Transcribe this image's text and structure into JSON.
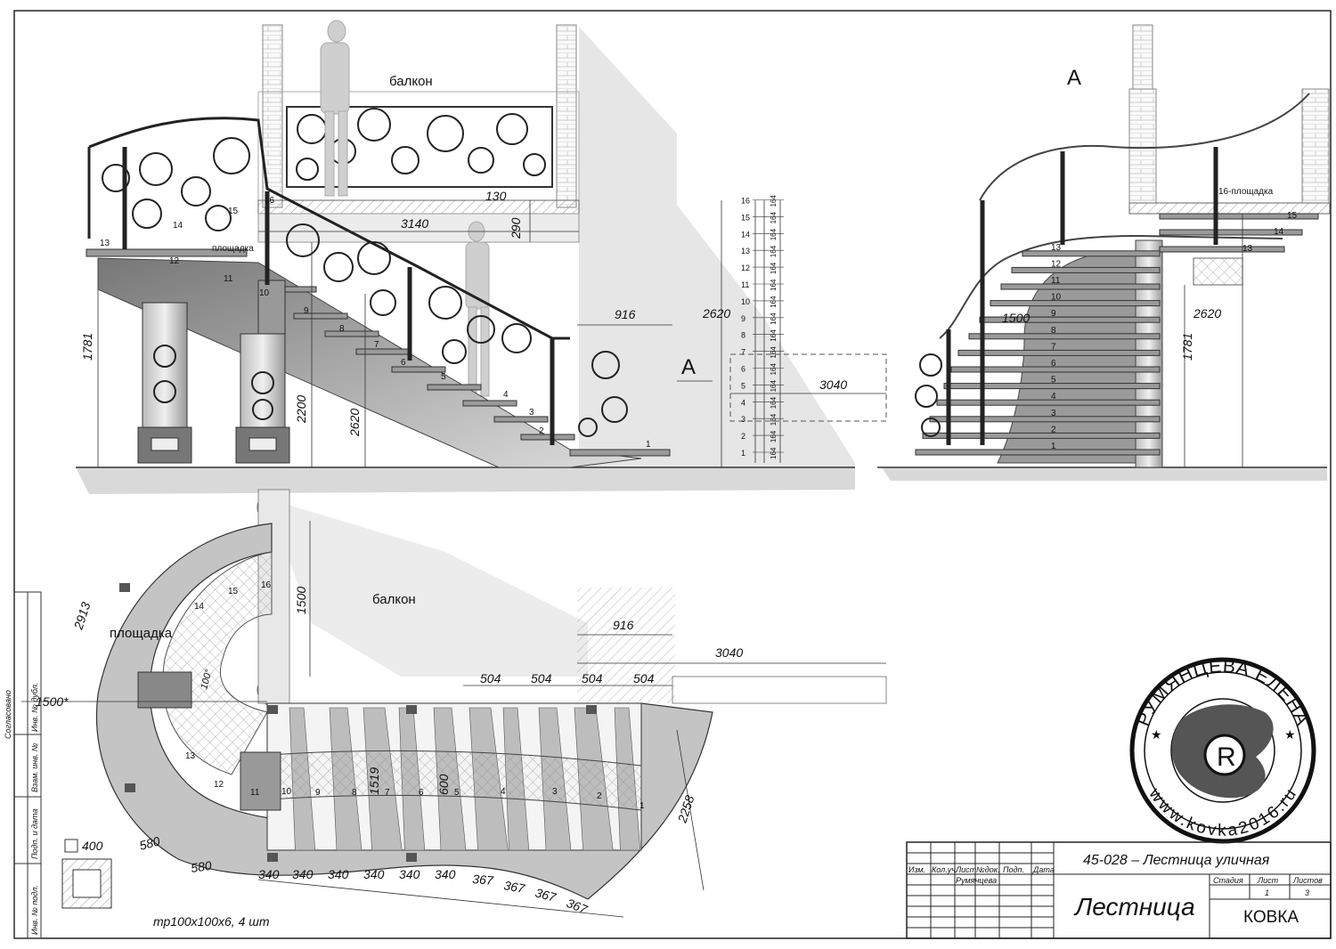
{
  "labels": {
    "balcony_top": "балкон",
    "balcony_plan": "балкон",
    "section_a": "A",
    "section_arrow": "A",
    "landing_elev": "площадка",
    "landing_plan": "площадка",
    "landing16": "16-площадка",
    "angle": "100°",
    "pipe_note": "тр100х100х6, 4 шт"
  },
  "dimensions": {
    "d130": "130",
    "d3140": "3140",
    "d290": "290",
    "d916": "916",
    "d2620_top": "2620",
    "d3040": "3040",
    "d1781": "1781",
    "d2200": "2200",
    "d2620_left": "2620",
    "a_1500": "1500",
    "a_2620": "2620",
    "a_1781": "1781",
    "p_1500v": "1500",
    "p_916": "916",
    "p_3040": "3040",
    "p_2913": "2913",
    "p_1500h": "1500*",
    "p_1519": "1519",
    "p_600": "600",
    "p_2258": "2258",
    "p_400": "400",
    "top_row": [
      "504",
      "504",
      "504",
      "504"
    ],
    "bottom_row": [
      "580",
      "580",
      "340",
      "340",
      "340",
      "340",
      "340",
      "340",
      "367",
      "367",
      "367",
      "367"
    ]
  },
  "riser_height": "164",
  "riser_labels": [
    "1",
    "2",
    "3",
    "4",
    "5",
    "6",
    "7",
    "8",
    "9",
    "10",
    "11",
    "12",
    "13",
    "14",
    "15",
    "16"
  ],
  "stamp": {
    "name": "РУМЯНЦЕВА ЕЛЕНА",
    "url": "www.kovka2016.ru"
  },
  "side_labels": [
    "Согласовано",
    "Инв. № подл.",
    "Подп. и дата",
    "Взам. инв. №",
    "Инв. № дубл."
  ],
  "title_block": {
    "doc": "45-028 – Лестница уличная",
    "name": "Лестница",
    "company": "КОВКА",
    "cols": [
      "Изм.",
      "Кол.уч.",
      "Лист",
      "№док.",
      "Подп.",
      "Дата"
    ],
    "author": "Румянцева",
    "stage_h": "Стадия",
    "sheet_h": "Лист",
    "sheets_h": "Листов",
    "sheet": "1",
    "sheets": "3"
  }
}
